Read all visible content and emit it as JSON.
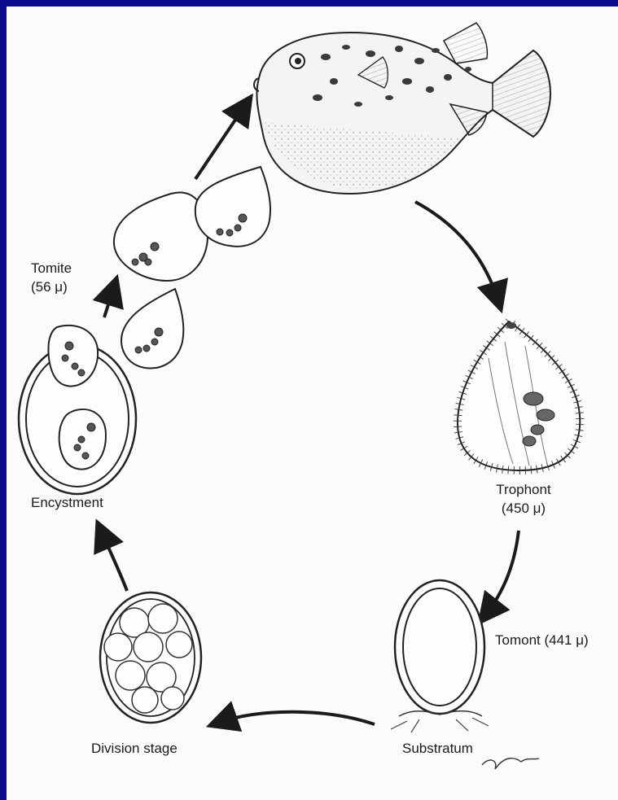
{
  "labels": {
    "tomite_name": "Tomite",
    "tomite_size": "(56 μ)",
    "encystment": "Encystment",
    "trophont_name": "Trophont",
    "trophont_size": "(450 μ)",
    "tomont": "Tomont (441 μ)",
    "substratum": "Substratum",
    "division_stage": "Division stage"
  },
  "colors": {
    "frame": "#0a0a8c",
    "paper": "#fbfbfb",
    "ink": "#1b1b1b"
  },
  "icons": {
    "host": "pufferfish-icon",
    "signature": "artist-signature"
  }
}
